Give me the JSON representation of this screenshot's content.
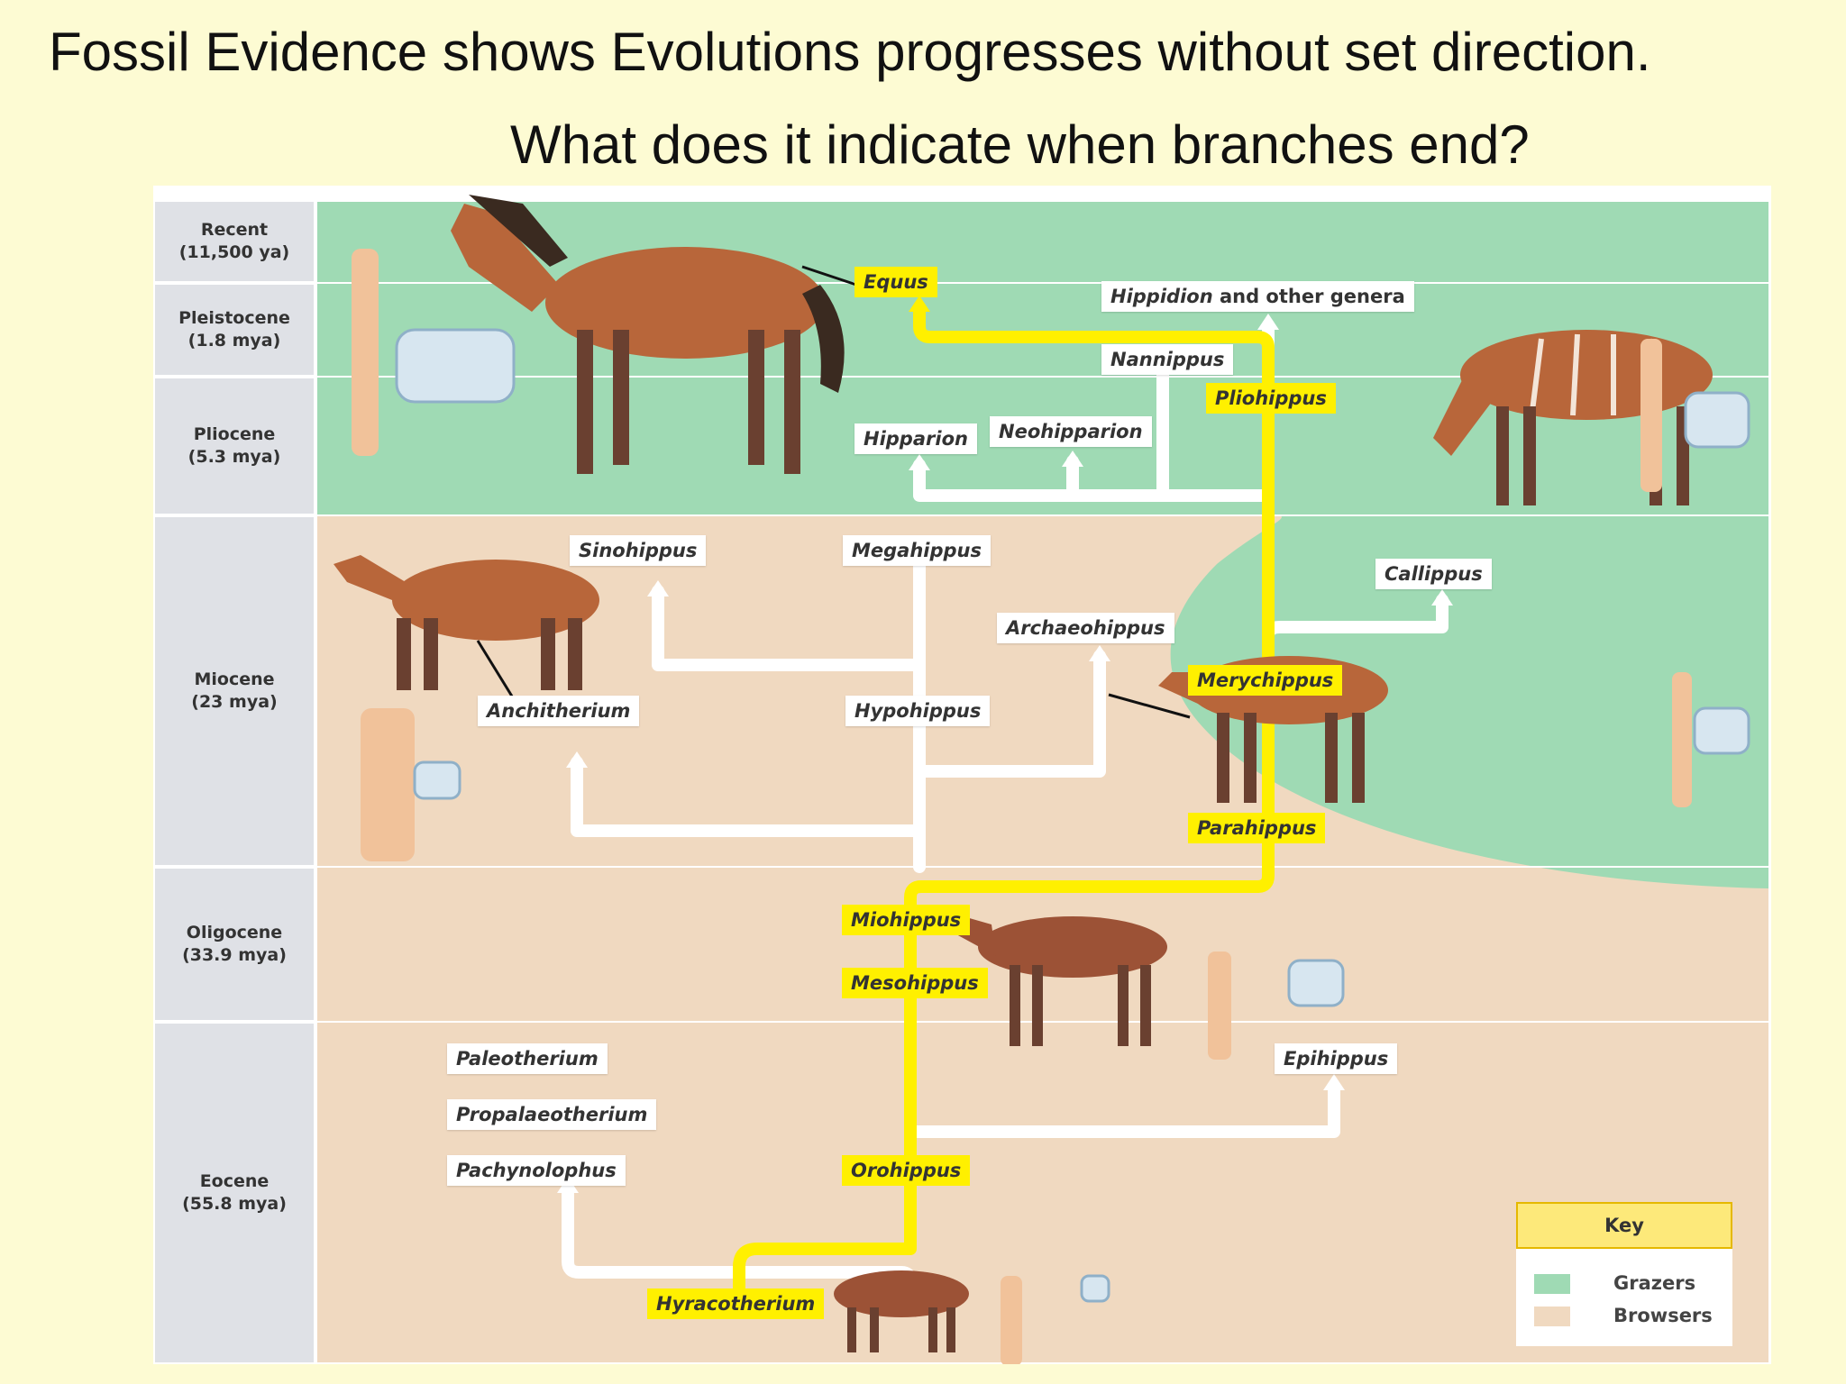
{
  "title": "Fossil Evidence shows Evolutions progresses without set direction.",
  "question": "What does it indicate when branches end?",
  "eras": [
    {
      "name": "Recent",
      "age": "(11,500 ya)"
    },
    {
      "name": "Pleistocene",
      "age": "(1.8 mya)"
    },
    {
      "name": "Pliocene",
      "age": "(5.3 mya)"
    },
    {
      "name": "Miocene",
      "age": "(23 mya)"
    },
    {
      "name": "Oligocene",
      "age": "(33.9 mya)"
    },
    {
      "name": "Eocene",
      "age": "(55.8 mya)"
    }
  ],
  "genera": {
    "equus": "Equus",
    "hippidion": "Hippidion",
    "hippidion_suffix": " and other genera",
    "nannippus": "Nannippus",
    "pliohippus": "Pliohippus",
    "hipparion": "Hipparion",
    "neohipparion": "Neohipparion",
    "sinohippus": "Sinohippus",
    "megahippus": "Megahippus",
    "callippus": "Callippus",
    "archaeohippus": "Archaeohippus",
    "merychippus": "Merychippus",
    "anchitherium": "Anchitherium",
    "hypohippus": "Hypohippus",
    "parahippus": "Parahippus",
    "miohippus": "Miohippus",
    "mesohippus": "Mesohippus",
    "paleotherium": "Paleotherium",
    "epihippus": "Epihippus",
    "propalaeotherium": "Propalaeotherium",
    "pachynolophus": "Pachynolophus",
    "orohippus": "Orohippus",
    "hyracotherium": "Hyracotherium"
  },
  "key": {
    "title": "Key",
    "items": [
      {
        "label": "Grazers",
        "color": "#9fdab4"
      },
      {
        "label": "Browsers",
        "color": "#f0d9c0"
      }
    ]
  },
  "colors": {
    "background": "#fdfbd3",
    "grazers": "#9fdab4",
    "browsers": "#f0d9c0",
    "main_line": "#fff000",
    "branch_line": "#ffffff",
    "horse_coat": "#b8663a"
  }
}
